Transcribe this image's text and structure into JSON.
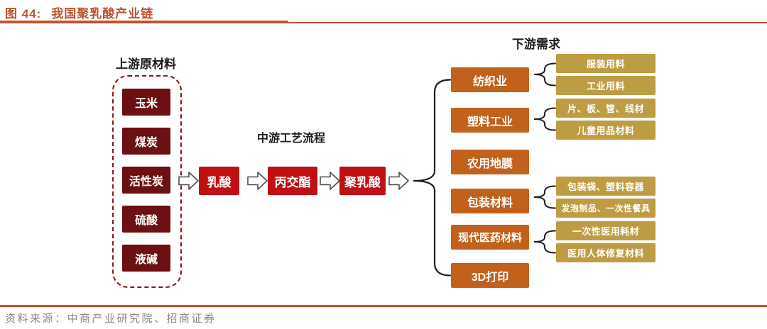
{
  "header": {
    "figure_label": "图 44:",
    "title": "我国聚乳酸产业链"
  },
  "upstream": {
    "label": "上游原材料",
    "items": [
      "玉米",
      "煤炭",
      "活性炭",
      "硫酸",
      "液碱"
    ]
  },
  "midstream": {
    "label": "中游工艺流程",
    "steps": [
      "乳酸",
      "丙交酯",
      "聚乳酸"
    ]
  },
  "downstream": {
    "label": "下游需求",
    "categories": [
      {
        "name": "纺织业",
        "subs": [
          "服装用料",
          "工业用料"
        ]
      },
      {
        "name": "塑料工业",
        "subs": [
          "片、板、管、线材",
          "儿童用品材料"
        ]
      },
      {
        "name": "农用地膜",
        "subs": []
      },
      {
        "name": "包装材料",
        "subs": [
          "包装袋、塑料容器",
          "发泡制品、一次性餐具"
        ]
      },
      {
        "name": "现代医药材料",
        "subs": [
          "一次性医用耗材",
          "医用人体修复材料"
        ]
      },
      {
        "name": "3D打印",
        "subs": []
      }
    ]
  },
  "footer": {
    "source": "资料来源：中商产业研究院、招商证券"
  },
  "colors": {
    "accent": "#C1532F",
    "upstream_box": "#6C1013",
    "upstream_dashed_border": "#8A1518",
    "midstream_box": "#BF1113",
    "category_box": "#C2611C",
    "sub_box": "#BE9C43",
    "label_text": "#1A1A1A",
    "source_text": "#8A8A8A"
  }
}
